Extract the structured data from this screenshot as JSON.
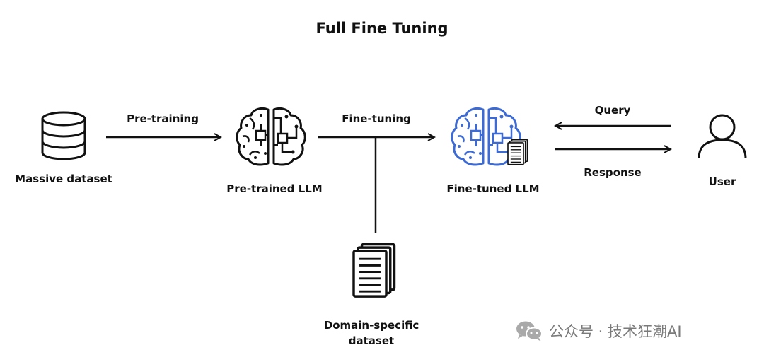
{
  "title": "Full Fine Tuning",
  "nodes": {
    "massive_dataset": "Massive dataset",
    "pretrained_llm": "Pre-trained LLM",
    "finetuned_llm": "Fine-tuned LLM",
    "user": "User",
    "domain_dataset_line1": "Domain-specific",
    "domain_dataset_line2": "dataset"
  },
  "edges": {
    "pretraining": "Pre-training",
    "finetuning": "Fine-tuning",
    "query": "Query",
    "response": "Response"
  },
  "colors": {
    "ink": "#111111",
    "accent_blue": "#3d6bd6",
    "watermark_gray": "#7a7a7a"
  },
  "watermark": {
    "text": "公众号 · 技术狂潮AI",
    "icon": "wechat-icon"
  }
}
